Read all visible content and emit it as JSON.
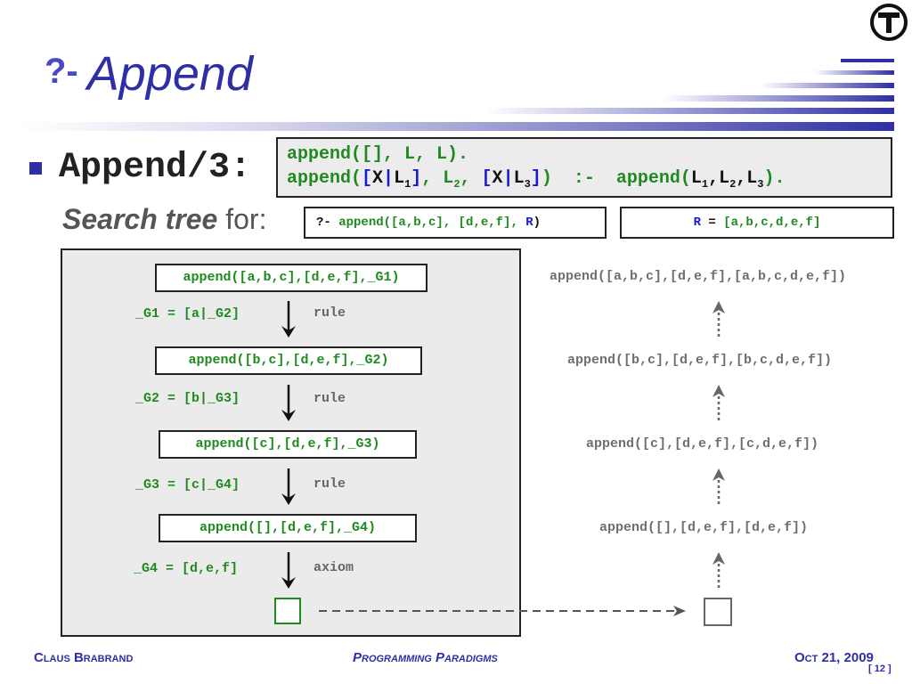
{
  "slide": {
    "title_prefix": "?-",
    "title": "Append",
    "bullet_label": "Append/3:",
    "definition": {
      "line1": "append([], L, L).",
      "line2_parts": [
        "append(",
        "[",
        "X",
        "|",
        "L",
        "1",
        "]",
        ", L",
        "2",
        ", ",
        "[",
        "X",
        "|",
        "L",
        "3",
        "]",
        ")  :-  append(",
        "L",
        "1",
        ",L",
        "2",
        ",L",
        "3",
        ")."
      ]
    },
    "search_tree_label_bold": "Search tree",
    "search_tree_label_rest": " for:",
    "query": {
      "prefix": "?- ",
      "call": "append([a,b,c], [d,e,f], ",
      "var": "R",
      "close": ")"
    },
    "result": {
      "var": "R",
      "eq": " = ",
      "value": "[a,b,c,d,e,f]"
    }
  },
  "tree": {
    "goals": [
      "append([a,b,c],[d,e,f],_G1)",
      "append([b,c],[d,e,f],_G2)",
      "append([c],[d,e,f],_G3)",
      "append([],[d,e,f],_G4)"
    ],
    "substitutions": [
      "_G1 = [a|_G2]",
      "_G2 = [b|_G3]",
      "_G3 = [c|_G4]",
      "_G4 = [d,e,f]"
    ],
    "step_labels": [
      "rule",
      "rule",
      "rule",
      "axiom"
    ]
  },
  "resolved": [
    "append([a,b,c],[d,e,f],[a,b,c,d,e,f])",
    "append([b,c],[d,e,f],[b,c,d,e,f])",
    "append([c],[d,e,f],[c,d,e,f])",
    "append([],[d,e,f],[d,e,f])"
  ],
  "footer": {
    "author": "Claus Brabrand",
    "course": "Programming Paradigms",
    "date": "Oct 21, 2009",
    "page": "[ 12 ]"
  },
  "colors": {
    "accent": "#2e2ea6",
    "green": "#1f8a1f",
    "blue": "#1a1acc"
  },
  "icons": {
    "logo": "t-circle-logo-icon",
    "bullet": "square-bullet-icon"
  }
}
